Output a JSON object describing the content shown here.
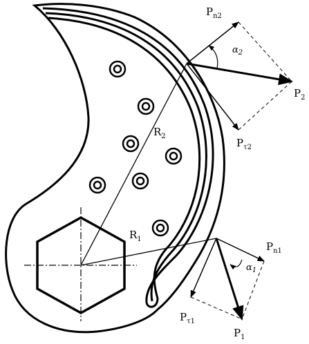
{
  "labels": {
    "pn2": {
      "main": "P",
      "sub": "n2"
    },
    "alpha2": {
      "main": "α",
      "sub": "2"
    },
    "p2": {
      "main": "P",
      "sub": "2"
    },
    "r2": {
      "main": "R",
      "sub": "2"
    },
    "pt2": {
      "main": "P",
      "sub": "τ2"
    },
    "r1": {
      "main": "R",
      "sub": "1"
    },
    "pn1": {
      "main": "P",
      "sub": "n1"
    },
    "alpha1": {
      "main": "α",
      "sub": "1"
    },
    "pt1": {
      "main": "P",
      "sub": "τ1"
    },
    "p1": {
      "main": "P",
      "sub": "1"
    }
  },
  "colors": {
    "ink": "#000000",
    "paper": "#ffffff"
  }
}
